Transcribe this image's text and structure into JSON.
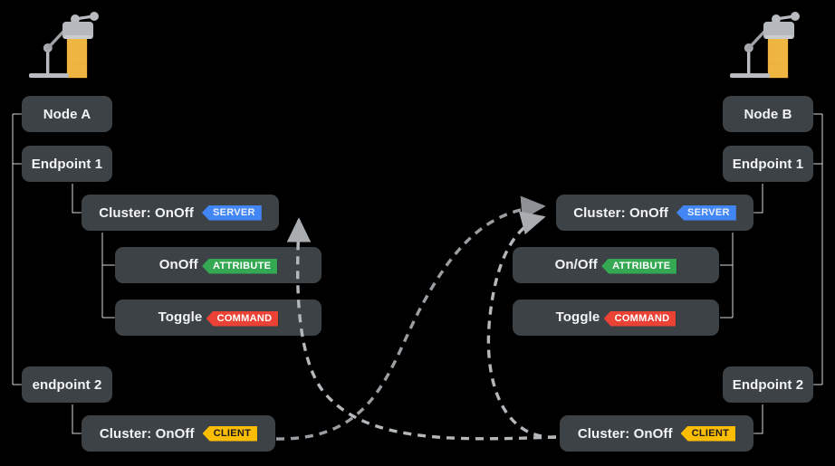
{
  "theme": {
    "background": "#000000",
    "box_fill": "#3c4246",
    "box_text": "#f2f4f5",
    "connector_line": "#d9d9d9",
    "arrow_line": "#a8a8a8",
    "badge_server": "#4285f4",
    "badge_client": "#fbbc04",
    "badge_attribute": "#34a853",
    "badge_command": "#ea4335",
    "lamp_metal": "#b8bcc0",
    "lamp_light": "#fbbf45"
  },
  "left": {
    "lamp_icon": "desk-lamp-icon",
    "node": {
      "label": "Node A"
    },
    "endpoint1": {
      "label": "Endpoint 1"
    },
    "cluster_server": {
      "label": "Cluster: OnOff",
      "badge": "SERVER",
      "badge_kind": "server"
    },
    "members": [
      {
        "label": "OnOff",
        "badge": "ATTRIBUTE",
        "badge_kind": "attribute"
      },
      {
        "label": "Toggle",
        "badge": "COMMAND",
        "badge_kind": "command"
      }
    ],
    "endpoint2": {
      "label": "endpoint 2"
    },
    "cluster_client": {
      "label": "Cluster: OnOff",
      "badge": "CLIENT",
      "badge_kind": "client"
    }
  },
  "right": {
    "lamp_icon": "desk-lamp-icon",
    "node": {
      "label": "Node B"
    },
    "endpoint1": {
      "label": "Endpoint 1"
    },
    "cluster_server": {
      "label": "Cluster: OnOff",
      "badge": "SERVER",
      "badge_kind": "server"
    },
    "members": [
      {
        "label": "On/Off",
        "badge": "ATTRIBUTE",
        "badge_kind": "attribute"
      },
      {
        "label": "Toggle",
        "badge": "COMMAND",
        "badge_kind": "command"
      }
    ],
    "endpoint2": {
      "label": "Endpoint 2"
    },
    "cluster_client": {
      "label": "Cluster: OnOff",
      "badge": "CLIENT",
      "badge_kind": "client"
    }
  },
  "bindings": [
    {
      "from": "left-cluster-client",
      "to": "right-cluster-server",
      "style": "dashed-curve"
    },
    {
      "from": "right-cluster-client",
      "to": "left-cluster-server",
      "style": "dashed-curve"
    },
    {
      "from": "right-cluster-client",
      "to": "right-cluster-server",
      "style": "dashed-curve"
    }
  ]
}
